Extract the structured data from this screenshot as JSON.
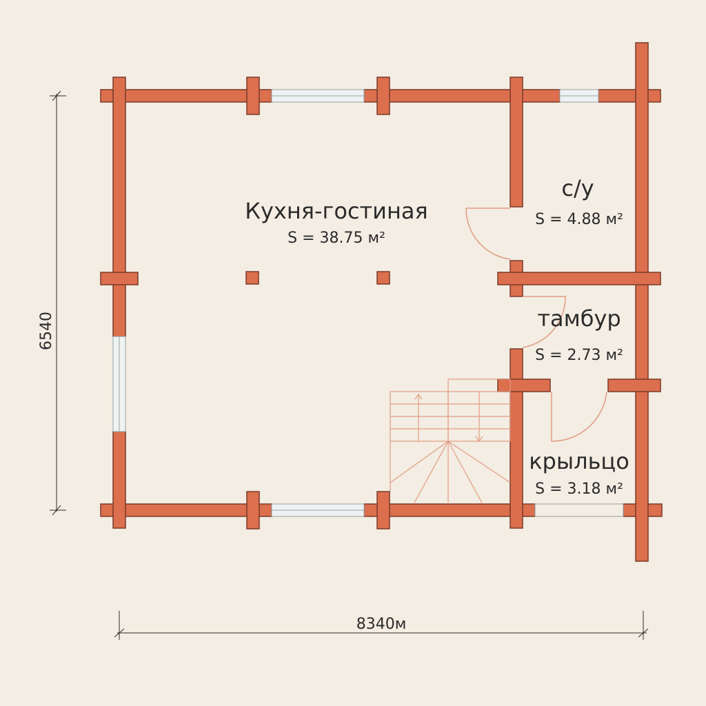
{
  "rooms": {
    "kitchen": {
      "name": "Кухня-гостиная",
      "area": "S = 38.75 м²"
    },
    "wc": {
      "name": "с/у",
      "area": "S = 4.88 м²"
    },
    "tambur": {
      "name": "тамбур",
      "area": "S = 2.73 м²"
    },
    "porch": {
      "name": "крыльцо",
      "area": "S = 3.18 м²"
    }
  },
  "dimensions": {
    "height": "6540",
    "width": "8340м"
  },
  "colors": {
    "background": "#f3ede3",
    "wall": "#dc6f4e",
    "wall_outline": "#7a3a28",
    "window": "#eef2f2",
    "stairs": "#e39b82",
    "lines": "#2b2b2b"
  }
}
